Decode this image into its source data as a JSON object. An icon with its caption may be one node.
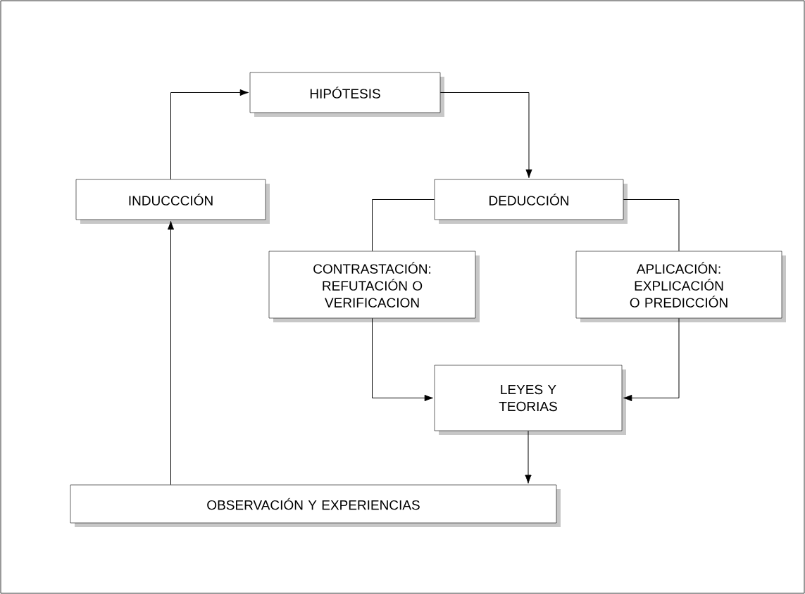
{
  "diagram": {
    "nodes": [
      {
        "text": [
          "HIPÓTESIS"
        ]
      },
      {
        "text": [
          "INDUCCCIÓN"
        ]
      },
      {
        "text": [
          "DEDUCCIÓN"
        ]
      },
      {
        "text": [
          "CONTRASTACIÓN: REFUTACIÓN O VERIFICACION"
        ]
      },
      {
        "text": [
          "APLICACIÓN: EXPLICACIÓN O PREDICCIÓN"
        ]
      },
      {
        "text": [
          "LEYES Y TEORIAS"
        ]
      },
      {
        "text": [
          "OBSERVACIÓN Y EXPERIENCIAS"
        ]
      }
    ],
    "edges": [
      {
        "from": 1,
        "to": 0,
        "arrow": "to"
      },
      {
        "from": 0,
        "to": 2,
        "arrow": "to"
      },
      {
        "from": 2,
        "to": 3,
        "arrow": "none"
      },
      {
        "from": 2,
        "to": 4,
        "arrow": "none"
      },
      {
        "from": 3,
        "to": 5,
        "arrow": "to"
      },
      {
        "from": 4,
        "to": 5,
        "arrow": "to"
      },
      {
        "from": 5,
        "to": 6,
        "arrow": "to"
      },
      {
        "from": 6,
        "to": 1,
        "arrow": "to"
      }
    ]
  }
}
